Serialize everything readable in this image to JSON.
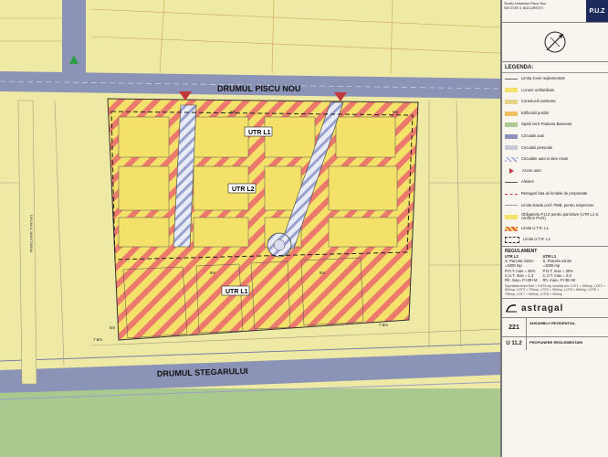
{
  "map": {
    "roads": {
      "north": "DRUMUL   PISCU NOU",
      "south": "DRUMUL  STEGARULUI",
      "west": "DRUMUL MARITIMINA"
    },
    "zones": [
      "UTR L1",
      "UTR L2",
      "UTR L1"
    ],
    "dims": [
      "5m",
      "5m",
      "5m",
      "7.5m",
      "7.5m",
      "5m",
      "5m"
    ],
    "colors": {
      "yellow": "#f4e16a",
      "yellow_field": "#efe9a6",
      "green": "#a9c98e",
      "road": "#8b93b6",
      "red": "#e25858",
      "hatch": "#a9b0d6"
    }
  },
  "panel": {
    "header": {
      "line1": "Studiu Urbanism Piscu Nou",
      "line2": "SECTOR 3, BUCURESTI",
      "code": "P.U.Z"
    },
    "legend_title": "LEGENDA:",
    "legend": [
      {
        "label": "Limita zonei reglementate",
        "color": "#ffffff",
        "style": "line"
      },
      {
        "label": "Locuire unifamiliala",
        "color": "#f4e16a",
        "style": "fill"
      },
      {
        "label": "Constructii existente",
        "color": "#e9d28a",
        "style": "fill"
      },
      {
        "label": "Edificabil posibil",
        "color": "#f0c060",
        "style": "fill"
      },
      {
        "label": "Spatii verzi Padurea Baneasa",
        "color": "#a9c98e",
        "style": "fill"
      },
      {
        "label": "Circulatii auto",
        "color": "#8b93b6",
        "style": "fill"
      },
      {
        "label": "Circulatii pietonale",
        "color": "#c9c9d9",
        "style": "fill"
      },
      {
        "label": "Circulatie auto si alee mixte",
        "color": "#a9b0d6",
        "style": "hatch"
      },
      {
        "label": "Acces auto",
        "color": "#c0383c",
        "style": "arrow"
      },
      {
        "label": "Aliniere",
        "color": "#555555",
        "style": "line"
      },
      {
        "label": "Retrageri fata de limitele de proprietate",
        "color": "#c33333",
        "style": "dash"
      },
      {
        "label": "Limita strada conf. PMB, pentru respectare",
        "color": "#999999",
        "style": "line"
      },
      {
        "label": "Obligatoriu P.U.Z pentru parcelare (UTR L1 si conform PUG)",
        "color": "#f4e16a",
        "style": "fill"
      },
      {
        "label": "Limita U.T.R. L1",
        "color": "#e25858",
        "style": "hatchred"
      },
      {
        "label": "Limita U.T.R. L2",
        "color": "#333333",
        "style": "dashblack"
      }
    ],
    "regulament": {
      "title": "REGULAMENT",
      "col1": [
        "UTR L2",
        "S. Parcela minim",
        "=1000 mp",
        "P.O.T. max = 45%",
        "C.U.T. max = 1.3",
        "Rh. max= P+2E+M"
      ],
      "col2": [
        "UTR L1",
        "S. Parcela minim",
        "=1000 mp",
        "P.O.T. max = 30%",
        "C.U.T. max = 2.0",
        "Rh. max= P+3E+M"
      ],
      "notes": "Suprafata teren Etot = 9.875 mp rezultat din: LOT1 = 600mp, LOT2 = 500mp, LOT3 = 700mp, LOT4 = 550mp, LOT5 = 800mp, LOT6 = 750mp, LOT7 = 600mp, LOT8 = 900mp"
    },
    "company": "astragal",
    "project_no": "221",
    "plan_no": "U 11.2",
    "plan_title": "PROPUNERE REGLEMENTARI",
    "project_title": "ANSAMBLU REZIDENTIAL"
  }
}
